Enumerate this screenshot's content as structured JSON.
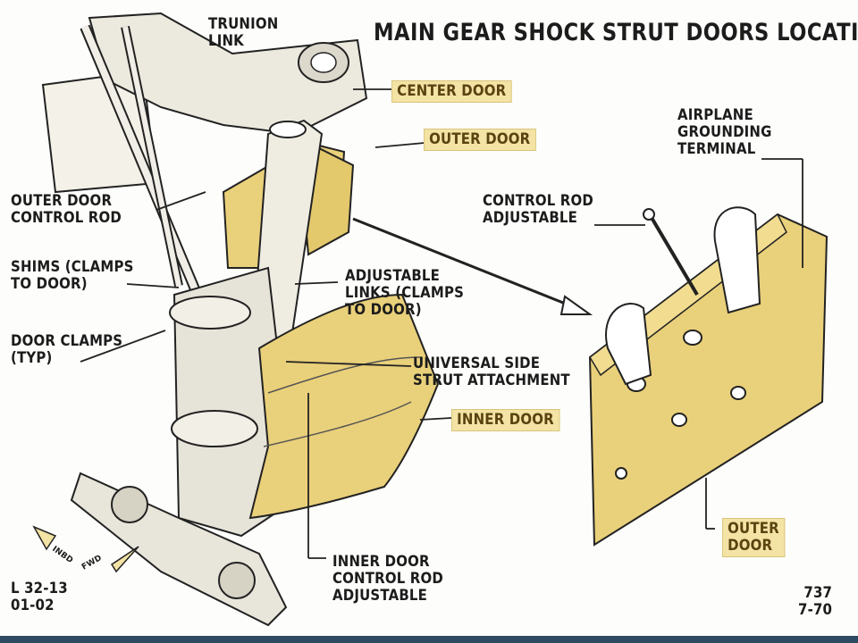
{
  "title": "MAIN GEAR SHOCK STRUT DOORS LOCATION",
  "labels": {
    "trunion_link": "TRUNION\nLINK",
    "center_door": "CENTER DOOR",
    "outer_door_top": "OUTER DOOR",
    "airplane_grounding_terminal": "AIRPLANE\nGROUNDING\nTERMINAL",
    "control_rod_adjustable": "CONTROL ROD\nADJUSTABLE",
    "outer_door_control_rod": "OUTER DOOR\nCONTROL ROD",
    "shims": "SHIMS (CLAMPS\nTO DOOR)",
    "adjustable_links": "ADJUSTABLE\nLINKS (CLAMPS\nTO DOOR)",
    "door_clamps": "DOOR CLAMPS\n(TYP)",
    "universal_side_strut": "UNIVERSAL SIDE\nSTRUT ATTACHMENT",
    "inner_door": "INNER DOOR",
    "outer_door_bottom": "OUTER\nDOOR",
    "inner_door_control_rod": "INNER DOOR\nCONTROL ROD\nADJUSTABLE",
    "ref_code": "L 32-13\n01-02",
    "page_code": "737\n7-70",
    "arrow_inbd": "INBD",
    "arrow_fwd": "FWD"
  },
  "colors": {
    "door_fill": "#e9d07a",
    "highlight": "#f3e3a4",
    "line": "#1c1c1c"
  }
}
